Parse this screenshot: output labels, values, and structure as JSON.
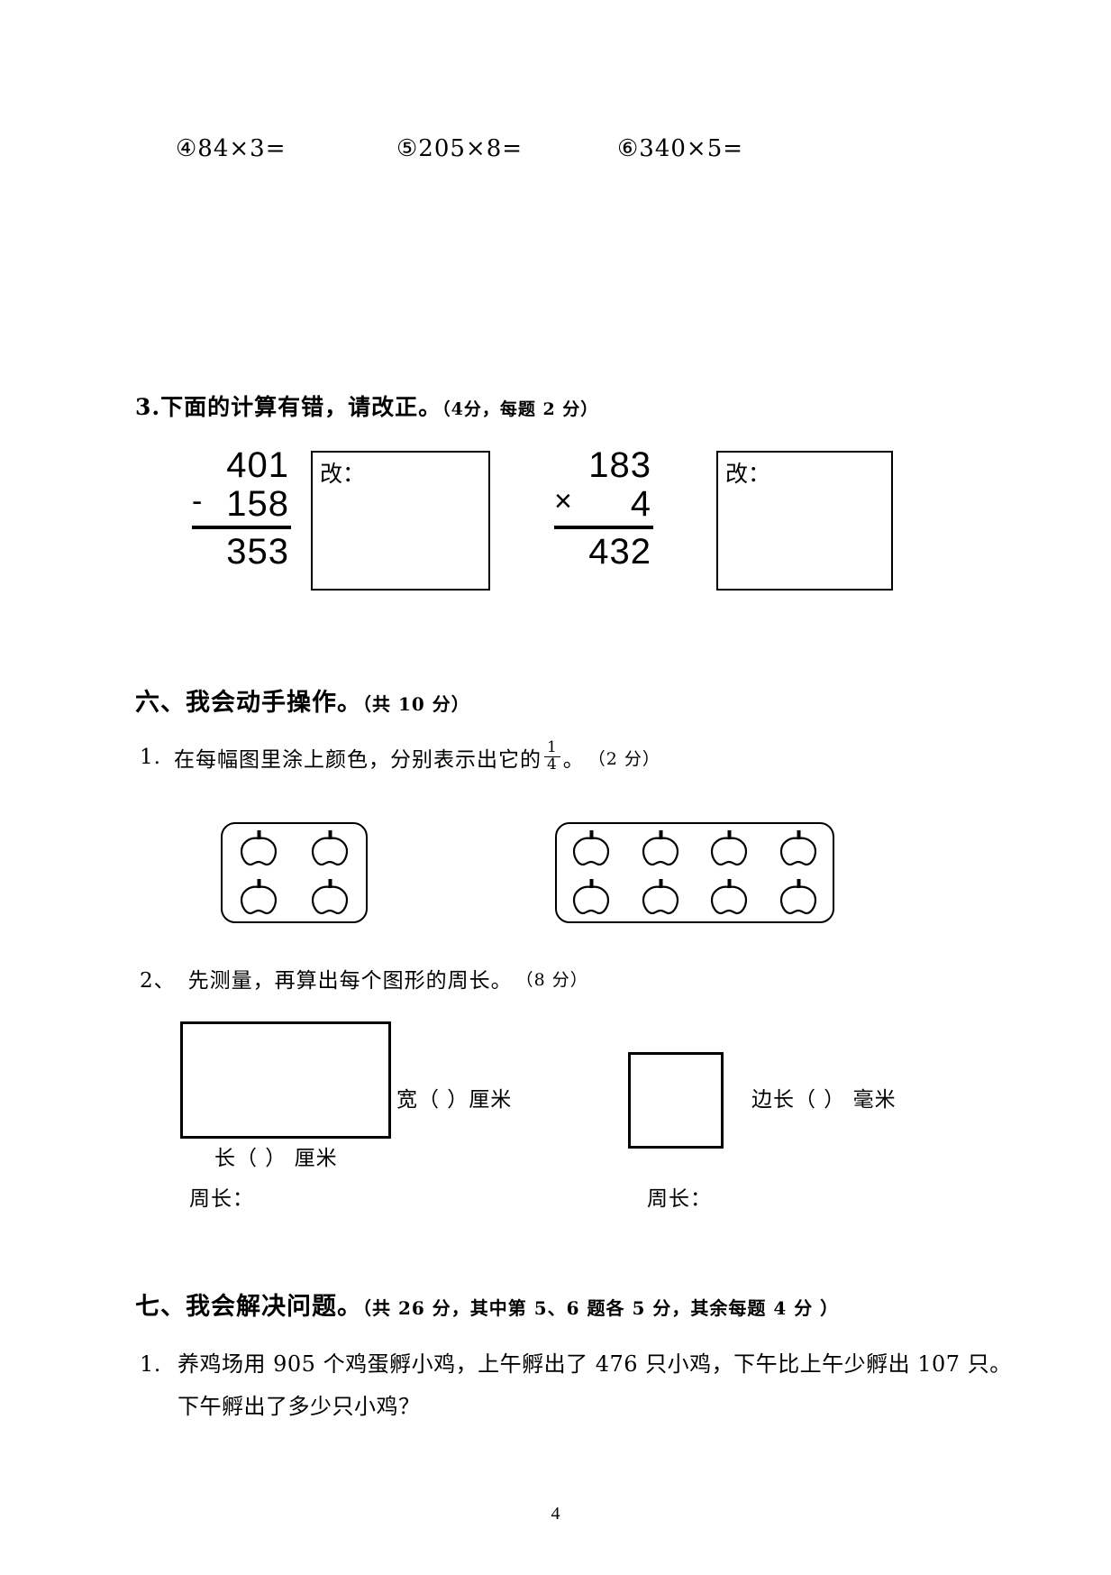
{
  "page": {
    "page_number": "4"
  },
  "top_exercises": [
    {
      "id": "exercise-4",
      "label": "④84×3="
    },
    {
      "id": "exercise-5",
      "label": "⑤205×8="
    },
    {
      "id": "exercise-6",
      "label": "⑥340×5="
    }
  ],
  "question3": {
    "number": "3.",
    "title": "下面的计算有错，请改正。",
    "points": "（4分，",
    "points_small": "每题 2 分）",
    "problems": [
      {
        "id": "subtraction",
        "line1": "401",
        "operator": "-",
        "line2": "158",
        "result": "353",
        "correction_label": "改："
      },
      {
        "id": "multiplication",
        "line1": "183",
        "operator": "×",
        "line2": "4",
        "result": "432",
        "correction_label": "改："
      }
    ]
  },
  "section6": {
    "title": "六、我会动手操作。",
    "points": "（共 10 分）",
    "item1": {
      "number": "1.",
      "text_before": "在每幅图里涂上颜色，分别表示出它的",
      "fraction_numerator": "1",
      "fraction_denominator": "4",
      "text_after": "。",
      "points": "（2 分）",
      "trays": [
        {
          "id": "tray-4-apples",
          "count": 4,
          "columns": 2
        },
        {
          "id": "tray-8-apples",
          "count": 8,
          "columns": 4
        }
      ]
    },
    "item2": {
      "number": "2、",
      "text": "先测量，再算出每个图形的周长。",
      "points": "（8 分）",
      "rectangle": {
        "width_label": "宽（          ）厘米",
        "length_label": "长（          ） 厘米",
        "perimeter_label": "周长："
      },
      "square": {
        "side_label": "边长（          ） 毫米",
        "perimeter_label": "周长："
      }
    }
  },
  "section7": {
    "title": "七、我会解决问题。",
    "points": "（共 26 分，其中第 5、6 题各 5 分，其余每题 4 分 ）",
    "problems": [
      {
        "number": "1.",
        "text": "养鸡场用 905 个鸡蛋孵小鸡，上午孵出了 476 只小鸡，下午比上午少孵出 107 只。下午孵出了多少只小鸡？"
      }
    ]
  }
}
